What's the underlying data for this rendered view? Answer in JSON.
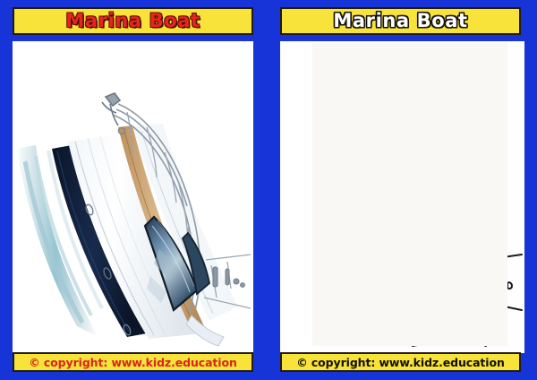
{
  "document": {
    "kind": "coloring-worksheet",
    "subject": "Marina Boat"
  },
  "colors": {
    "outer_border": "#1634d8",
    "title_bg": "#f7e33a",
    "title_border": "#231c0b",
    "title_underline": "#7d1410",
    "title_red": "#e8251c",
    "title_white": "#ffffff",
    "footer_bg": "#f7e33a",
    "footer_red": "#d8241b",
    "footer_black": "#120f06",
    "canvas_bg": "#ffffff",
    "paper_bg": "#f9f8f5",
    "hull_navy": "#11213f",
    "hull_white": "#ffffff",
    "deck_teak": "#c79a62",
    "water_teal": "#8fc2cf",
    "glass_blue": "#4d6d8c",
    "line_art": "#1a1a1a"
  },
  "panels": [
    {
      "id": "photo-panel",
      "title": "Marina Boat",
      "title_style": "red",
      "footer": "© copyright: www.kidz.education",
      "footer_style": "red",
      "image_type": "color-photo",
      "image_alt": "Color photograph of a white motor yacht with navy hull stripe, teak deck, bow rail and tinted windshield, rotated 90 degrees"
    },
    {
      "id": "lineart-panel",
      "title": "Marina Boat",
      "title_style": "white-outline",
      "footer": "© copyright: www.kidz.education",
      "footer_style": "black",
      "image_type": "black-and-white-outline",
      "image_alt": "Black and white outline drawing of the same motor yacht for coloring"
    }
  ]
}
